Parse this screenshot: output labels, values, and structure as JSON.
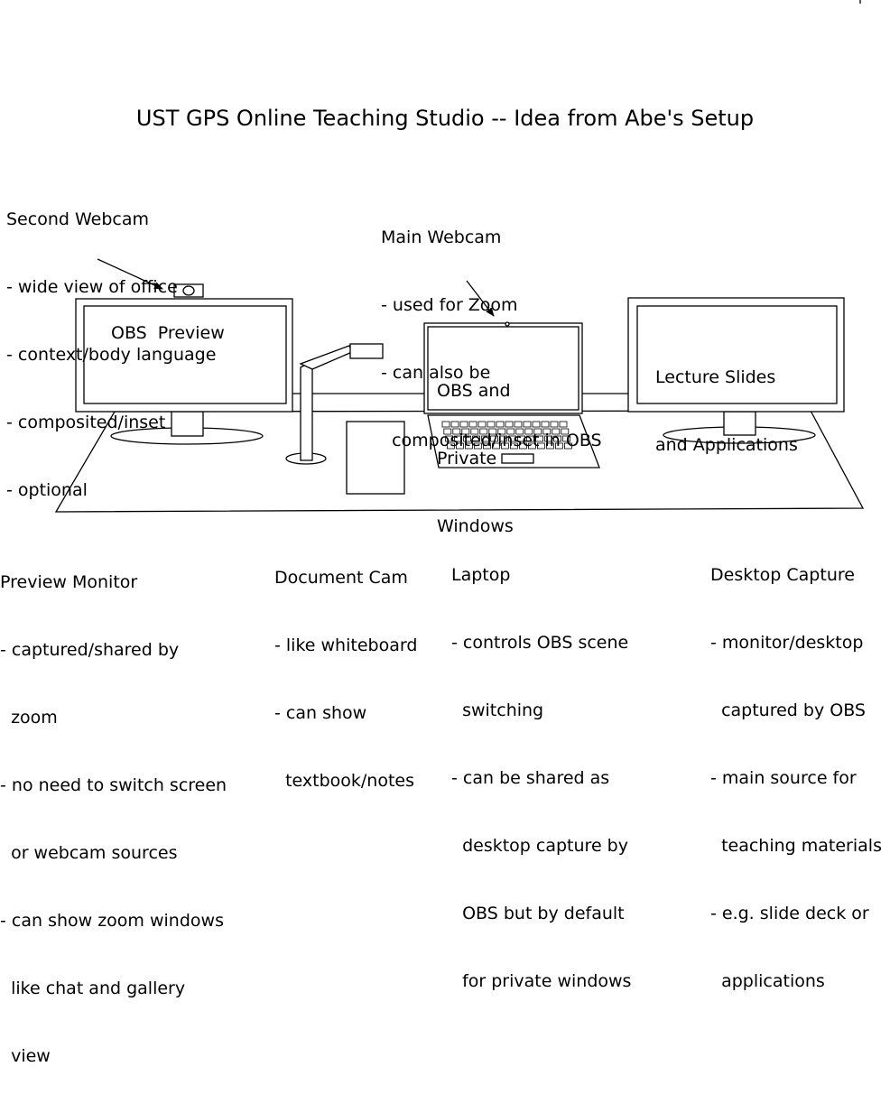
{
  "title": "UST GPS Online Teaching Studio -- Idea from Abe's Setup",
  "second_webcam": {
    "heading": "Second Webcam",
    "lines": [
      "- wide view of office",
      "- context/body language",
      "- composited/inset",
      "- optional"
    ]
  },
  "main_webcam": {
    "heading": "Main Webcam",
    "lines": [
      "- used for Zoom",
      "- can also be",
      "  composited/inset in OBS"
    ]
  },
  "screens": {
    "left_monitor": "OBS  Preview",
    "laptop": [
      "OBS and",
      "Private",
      "Windows"
    ],
    "right_monitor": [
      "Lecture Slides",
      "and Applications"
    ]
  },
  "preview_monitor": {
    "heading": "Preview Monitor",
    "lines": [
      "- captured/shared by",
      "  zoom",
      "- no need to switch screen",
      "  or webcam sources",
      "- can show zoom windows",
      "  like chat and gallery",
      "  view"
    ]
  },
  "document_cam": {
    "heading": "Document Cam",
    "lines": [
      "- like whiteboard",
      "- can show",
      "  textbook/notes"
    ]
  },
  "laptop_notes": {
    "heading": "Laptop",
    "lines": [
      "- controls OBS scene",
      "  switching",
      "- can be shared as",
      "  desktop capture by",
      "  OBS but by default",
      "  for private windows"
    ]
  },
  "desktop_capture": {
    "heading": "Desktop Capture",
    "lines": [
      "- monitor/desktop",
      "  captured by OBS",
      "- main source for",
      "  teaching materials",
      "- e.g. slide deck or",
      "  applications"
    ]
  }
}
